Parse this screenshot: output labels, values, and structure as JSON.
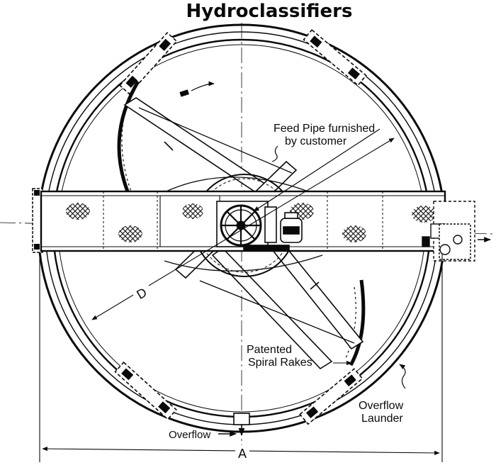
{
  "title": "Hydroclassifiers",
  "labels": {
    "feed_pipe_line1": "Feed Pipe furnished",
    "feed_pipe_line2": "by customer",
    "rakes_line1": "Patented",
    "rakes_line2": "Spiral Rakes",
    "launder_line1": "Overflow",
    "launder_line2": "Launder",
    "overflow": "Overflow",
    "dim_d": "D",
    "dim_a": "A"
  },
  "colors": {
    "ink": "#0a0a0a",
    "paper": "#ffffff"
  }
}
